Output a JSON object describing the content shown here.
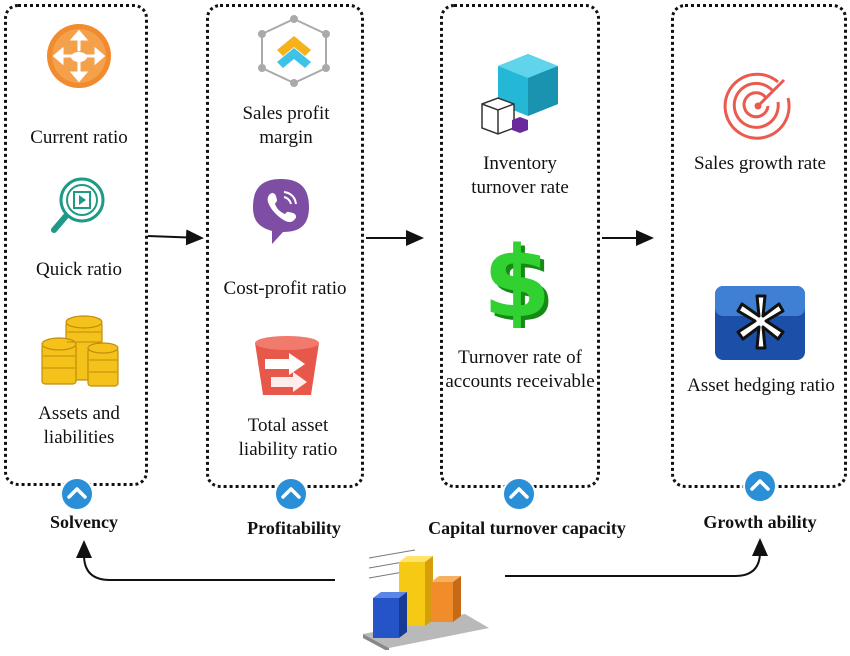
{
  "categories": [
    {
      "name": "Solvency",
      "items": [
        {
          "label": "Current ratio",
          "icon": "network-router-icon"
        },
        {
          "label": "Quick ratio",
          "icon": "search-video-icon"
        },
        {
          "label": "Assets and liabilities",
          "icon": "gold-coins-icon"
        }
      ]
    },
    {
      "name": "Profitability",
      "items": [
        {
          "label": "Sales profit margin",
          "icon": "hexagon-network-icon"
        },
        {
          "label": "Cost-profit ratio",
          "icon": "viber-phone-icon"
        },
        {
          "label": "Total asset liability ratio",
          "icon": "database-arrows-icon"
        }
      ]
    },
    {
      "name": "Capital turnover capacity",
      "items": [
        {
          "label": "Inventory turnover rate",
          "icon": "cubes-icon"
        },
        {
          "label": "Turnover rate of accounts receivable",
          "icon": "dollar-sign-icon"
        }
      ]
    },
    {
      "name": "Growth ability",
      "items": [
        {
          "label": "Sales growth rate",
          "icon": "radar-icon"
        },
        {
          "label": "Asset hedging ratio",
          "icon": "asterisk-app-icon"
        }
      ]
    }
  ],
  "bottom_icon": "bar-chart-icon",
  "colors": {
    "accent_blue": "#2a8fd6",
    "orange": "#f28a2e",
    "red": "#e8584a",
    "green": "#22c322",
    "cyan": "#25b8d6",
    "purple": "#7d4ea3"
  }
}
